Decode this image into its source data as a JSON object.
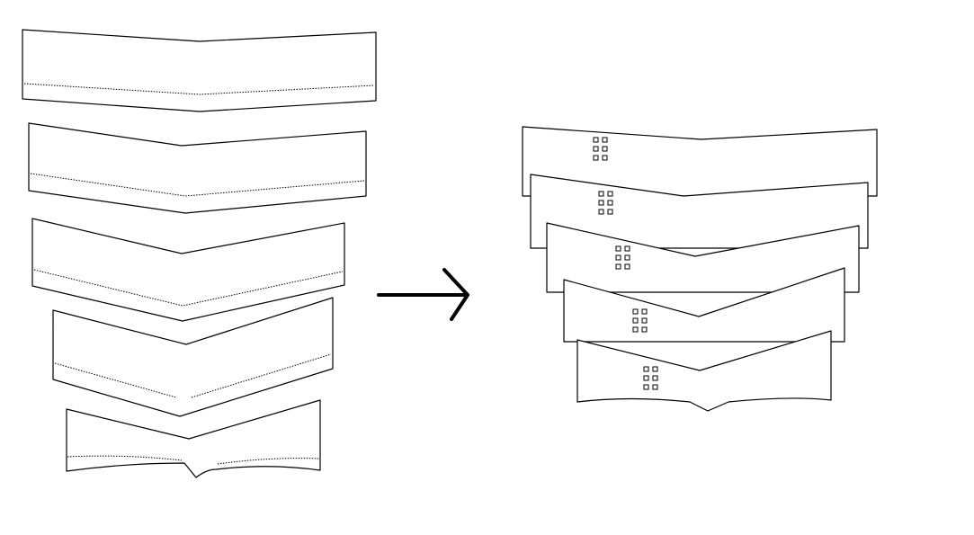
{
  "diagram": {
    "stroke_color": "#000000",
    "background_color": "#ffffff",
    "left_group": {
      "piece_count": 5
    },
    "arrow": {
      "direction": "right"
    },
    "right_group": {
      "piece_count": 5,
      "holes_per_piece": 6
    }
  }
}
